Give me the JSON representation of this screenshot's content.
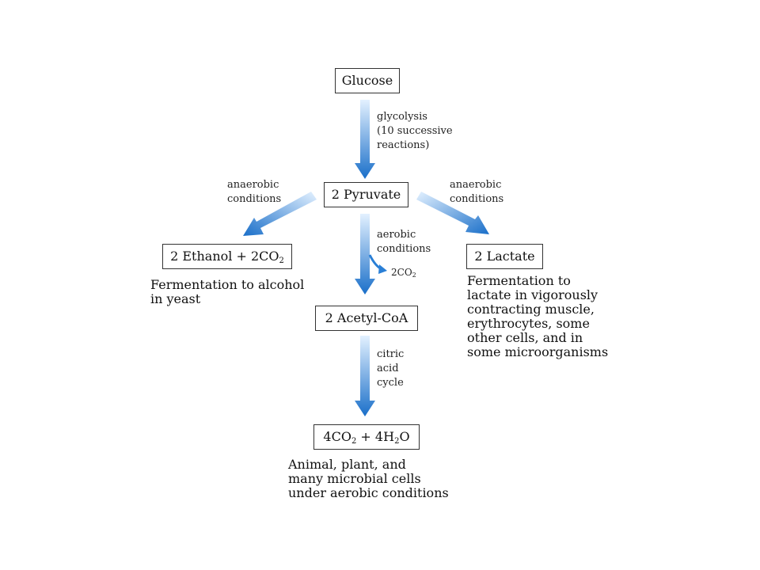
{
  "nodes": {
    "glucose": "Glucose",
    "pyruvate": "2 Pyruvate",
    "ethanol": {
      "pre": "2 Ethanol + 2CO",
      "sub": "2"
    },
    "lactate": "2 Lactate",
    "acetyl_coa": "2 Acetyl-CoA",
    "final": {
      "a": "4CO",
      "a_sub": "2",
      "b": " + 4H",
      "b_sub": "2",
      "c": "O"
    }
  },
  "arrow_labels": {
    "glycolysis": [
      "glycolysis",
      "(10 successive",
      "reactions)"
    ],
    "anaerobic_left": [
      "anaerobic",
      "conditions"
    ],
    "anaerobic_right": [
      "anaerobic",
      "conditions"
    ],
    "aerobic": [
      "aerobic",
      "conditions"
    ],
    "citric": [
      "citric",
      "acid",
      "cycle"
    ],
    "co2_release": {
      "text": "2CO",
      "sub": "2"
    }
  },
  "captions": {
    "ethanol": [
      "Fermentation to alcohol",
      "in yeast"
    ],
    "lactate": [
      "Fermentation to",
      "lactate in vigorously",
      "contracting muscle,",
      "erythrocytes, some",
      "other cells, and in",
      "some microorganisms"
    ],
    "final": [
      "Animal, plant, and",
      "many microbial cells",
      "under aerobic conditions"
    ]
  },
  "colors": {
    "arrow_dark": "#1a6fc9",
    "arrow_light": "#dbeeff",
    "box_border": "#333333"
  }
}
